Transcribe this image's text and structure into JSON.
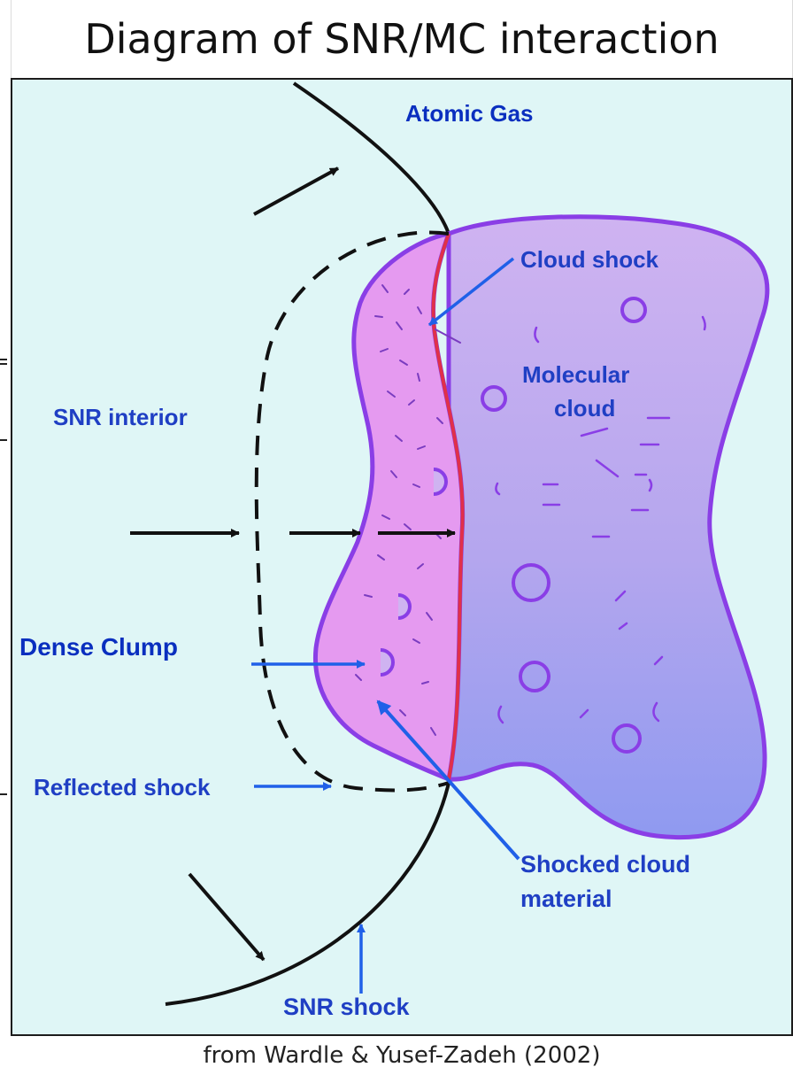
{
  "title": "Diagram of SNR/MC interaction",
  "caption": "from Wardle & Yusef-Zadeh (2002)",
  "labels": {
    "atomic_gas": "Atomic Gas",
    "cloud_shock": "Cloud shock",
    "molecular_cloud_1": "Molecular",
    "molecular_cloud_2": "cloud",
    "snr_interior": "SNR interior",
    "dense_clump": "Dense Clump",
    "reflected_shock": "Reflected shock",
    "shocked_cloud_1": "Shocked cloud",
    "shocked_cloud_2": "material",
    "snr_shock": "SNR shock"
  },
  "colors": {
    "background": "#dff6f6",
    "label_blue": "#1f3fc4",
    "dark_blue_label": "#0a2fbf",
    "cloud_outline": "#8a3ee6",
    "shocked_fill": "#e59af0",
    "cloud_shock_line": "#e0304a",
    "arrow_blue": "#1f5fe8"
  }
}
